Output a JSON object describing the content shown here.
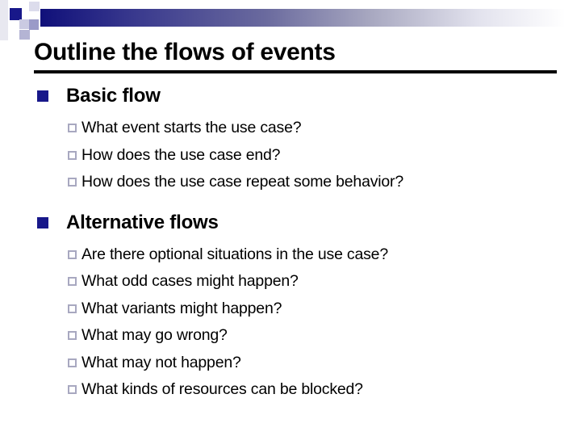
{
  "slide": {
    "title": "Outline the flows of events",
    "sections": [
      {
        "heading": "Basic flow",
        "items": [
          "What event starts the use case?",
          "How does the use case end?",
          "How does the use case repeat some behavior?"
        ]
      },
      {
        "heading": "Alternative flows",
        "items": [
          "Are there optional situations in the use case?",
          "What odd cases might happen?",
          "What variants might happen?",
          "What may go wrong?",
          "What may not happen?",
          "What kinds of resources can be blocked?"
        ]
      }
    ],
    "colors": {
      "text": "#000000",
      "heading_bullet": "#18188a",
      "sub_bullet_border": "#a8a8c0",
      "bar_start": "#10107a",
      "bar_mid": "#6a6a9e",
      "deco_light": "#e8e8f0"
    }
  }
}
